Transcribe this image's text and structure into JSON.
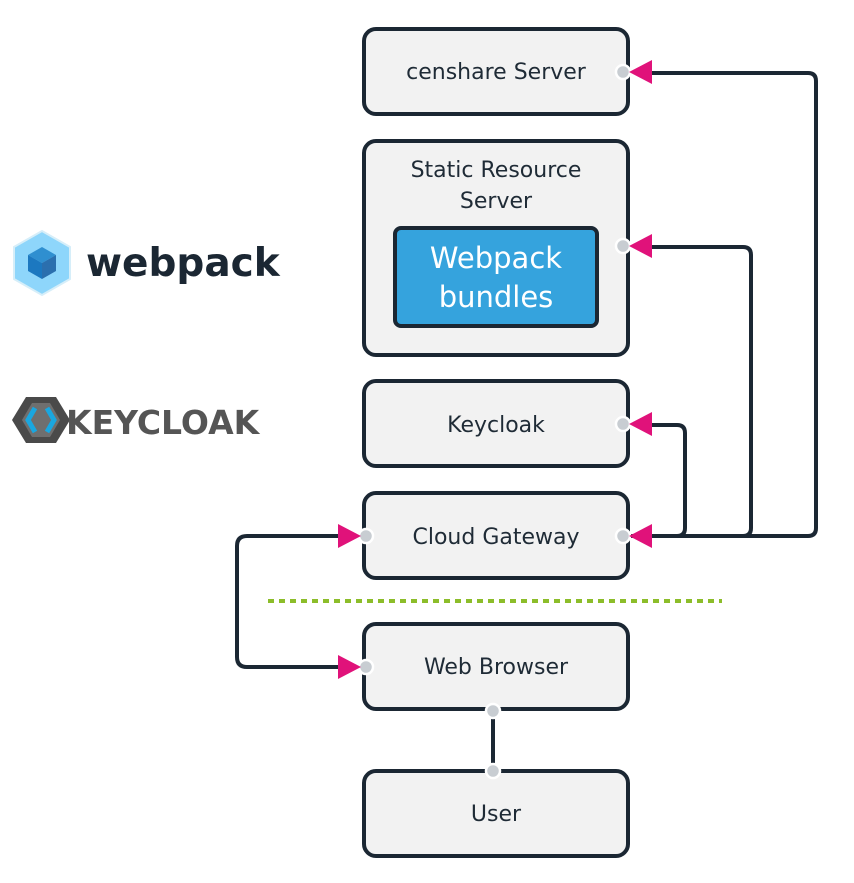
{
  "logos": {
    "webpack": {
      "text": "webpack"
    },
    "keycloak": {
      "text": "KEYCLOAK"
    }
  },
  "nodes": {
    "censhare": {
      "label": "censhare Server"
    },
    "static": {
      "label_line1": "Static Resource",
      "label_line2": "Server"
    },
    "bundles": {
      "label_line1": "Webpack",
      "label_line2": "bundles"
    },
    "keycloak": {
      "label": "Keycloak"
    },
    "gateway": {
      "label": "Cloud Gateway"
    },
    "browser": {
      "label": "Web Browser"
    },
    "user": {
      "label": "User"
    }
  },
  "colors": {
    "box_fill": "#f2f2f2",
    "box_stroke": "#1b2733",
    "bundle_fill": "#35a3dd",
    "arrow": "#e0127a",
    "connector_dot": "#c8cdd2",
    "boundary": "#8cbd2a"
  }
}
